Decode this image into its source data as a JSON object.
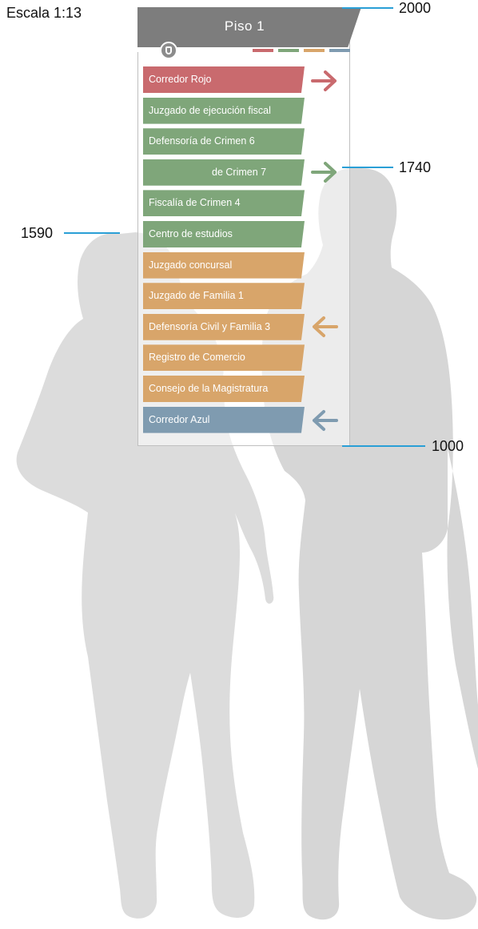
{
  "scale_label": "Escala 1:13",
  "dimensions": [
    {
      "label": "2000"
    },
    {
      "label": "1740"
    },
    {
      "label": "1590"
    },
    {
      "label": "1000"
    }
  ],
  "sign": {
    "title": "Piso 1",
    "tab_colors": [
      "#c96a6e",
      "#7fa67a",
      "#d8a56a",
      "#7f9bb0"
    ],
    "rows": [
      {
        "label": "Corredor Rojo",
        "color": "#c96a6e"
      },
      {
        "label": "Juzgado de ejecución fiscal",
        "color": "#7fa67a"
      },
      {
        "label": "Defensoría de Crimen 6",
        "color": "#7fa67a"
      },
      {
        "label": "de Crimen 7",
        "color": "#7fa67a"
      },
      {
        "label": "Fiscalía de Crimen 4",
        "color": "#7fa67a"
      },
      {
        "label": "Centro de estudios",
        "color": "#7fa67a"
      },
      {
        "label": "Juzgado concursal",
        "color": "#d8a56a"
      },
      {
        "label": "Juzgado de Familia 1",
        "color": "#d8a56a"
      },
      {
        "label": "Defensoría Civil y Familia 3",
        "color": "#d8a56a"
      },
      {
        "label": "Registro de Comercio",
        "color": "#d8a56a"
      },
      {
        "label": "Consejo de la Magistratura",
        "color": "#d8a56a"
      },
      {
        "label": "Corredor Azul",
        "color": "#7f9bb0"
      }
    ],
    "arrows": [
      {
        "direction": "right",
        "color": "#c96a6e"
      },
      {
        "direction": "right",
        "color": "#7fa67a"
      },
      {
        "direction": "left",
        "color": "#d8a56a"
      },
      {
        "direction": "left",
        "color": "#7f9bb0"
      }
    ]
  }
}
